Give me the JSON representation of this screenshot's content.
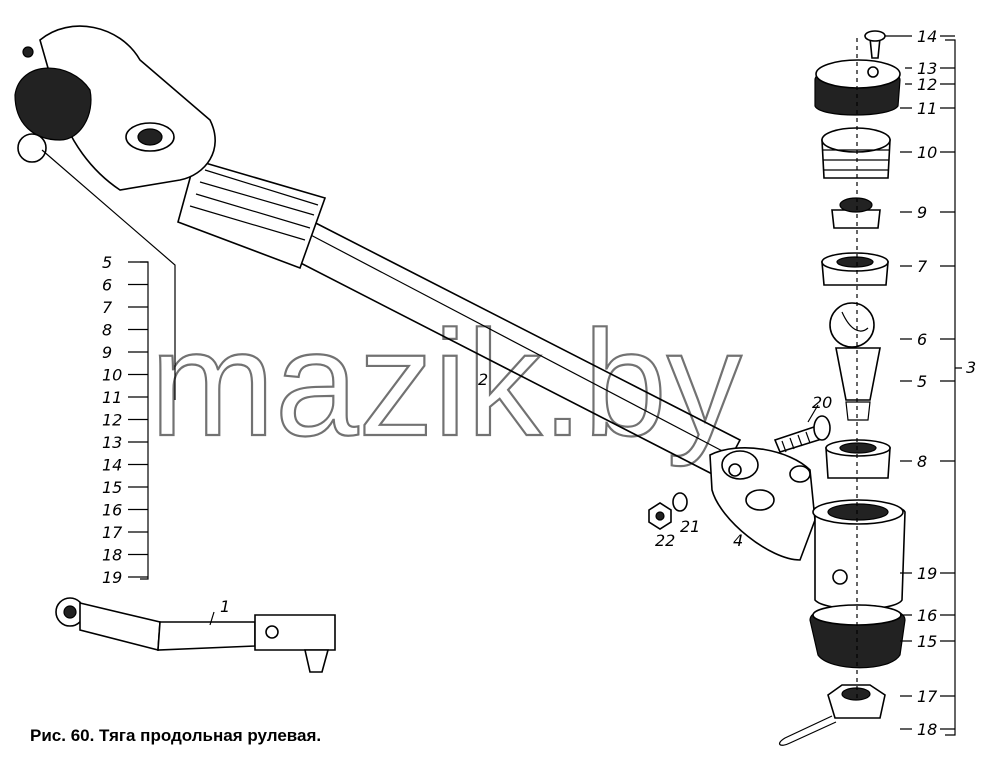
{
  "caption": "Рис. 60. Тяга продольная рулевая.",
  "watermark": "mazik.by",
  "small_view_label": "1",
  "labels_left": [
    "5",
    "6",
    "7",
    "8",
    "9",
    "10",
    "11",
    "12",
    "13",
    "14",
    "15",
    "16",
    "17",
    "18",
    "19"
  ],
  "labels_right": [
    "14",
    "13",
    "12",
    "11",
    "10",
    "9",
    "7",
    "6",
    "5",
    "8",
    "19",
    "16",
    "15",
    "17",
    "18"
  ],
  "label_group": "3",
  "label_rod": "2",
  "label_clamp": "4",
  "label_bolt": "20",
  "label_washer": "21",
  "label_nut": "22"
}
